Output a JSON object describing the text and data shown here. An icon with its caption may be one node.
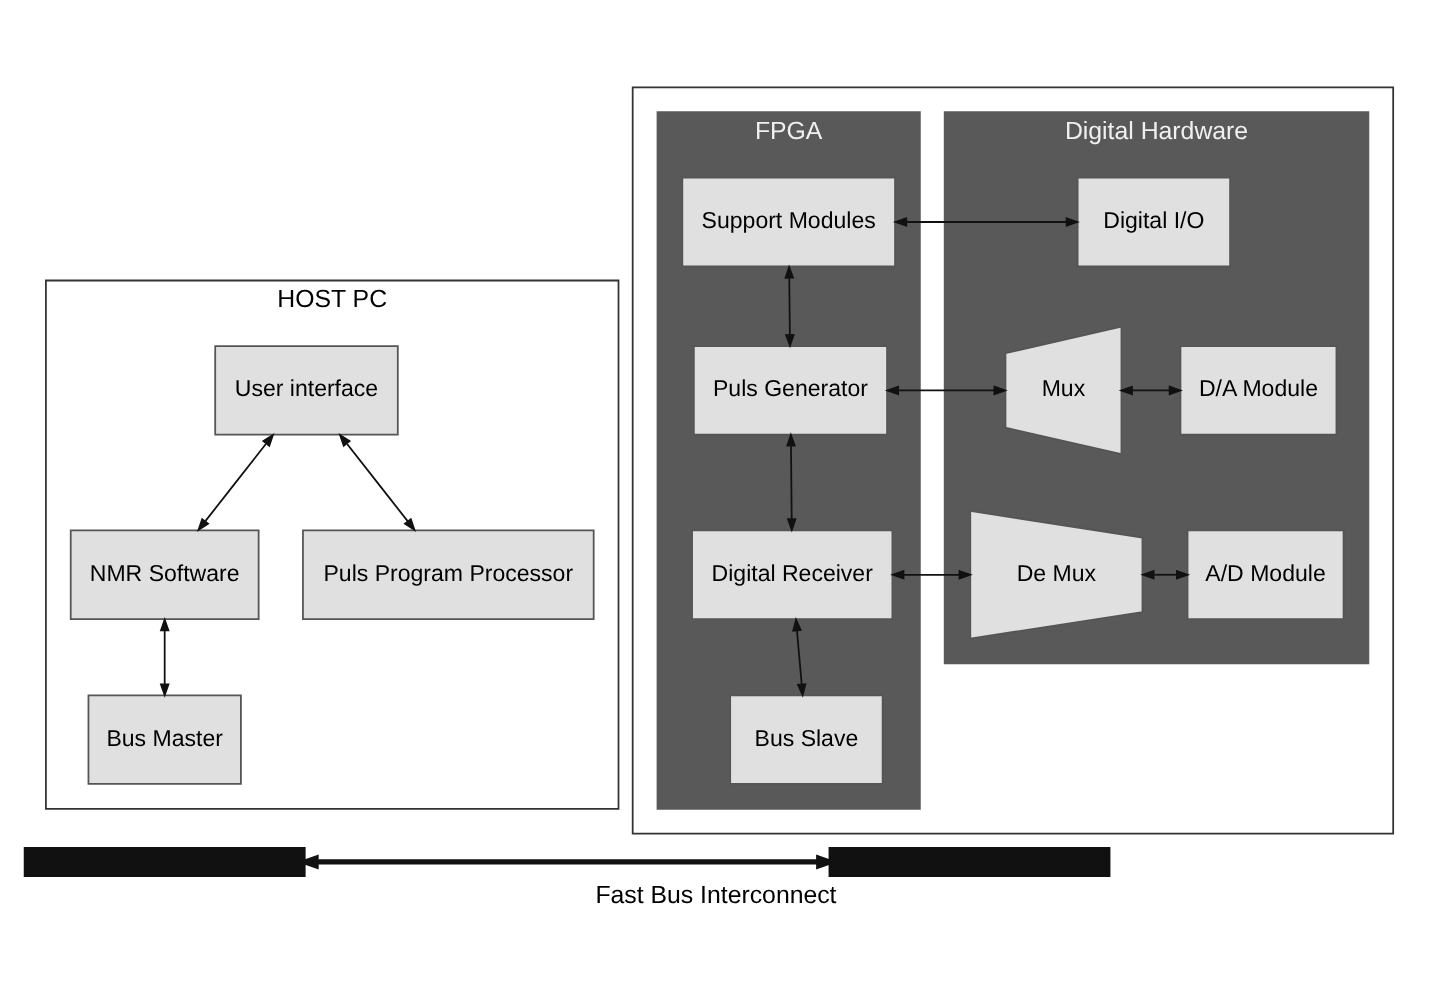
{
  "diagram": {
    "caption": "Fast Bus Interconnect",
    "nodes": [
      {
        "text": [
          "HOST PC"
        ]
      },
      {
        "text": [
          "User interface"
        ],
        "in": 0
      },
      {
        "text": [
          "NMR Software"
        ],
        "in": 0
      },
      {
        "text": [
          "Puls Program Processor"
        ],
        "in": 0
      },
      {
        "text": [
          "Bus Master"
        ],
        "in": 0
      },
      {
        "text": [],
        "shape": "box"
      },
      {
        "text": [
          "FPGA"
        ],
        "in": 5
      },
      {
        "text": [
          "Support Modules"
        ],
        "in": 6
      },
      {
        "text": [
          "Puls Generator"
        ],
        "in": 6
      },
      {
        "text": [
          "Digital Receiver"
        ],
        "in": 6
      },
      {
        "text": [
          "Bus Slave"
        ],
        "in": 6
      },
      {
        "text": [
          "Digital Hardware"
        ],
        "in": 5
      },
      {
        "text": [
          "Digital I/O"
        ],
        "in": 11
      },
      {
        "text": [
          "Mux"
        ],
        "in": 11
      },
      {
        "text": [
          "D/A Module"
        ],
        "in": 11
      },
      {
        "text": [
          "De Mux"
        ],
        "in": 11
      },
      {
        "text": [
          "A/D Module"
        ],
        "in": 11
      },
      {
        "text": [],
        "shape": "bar"
      },
      {
        "text": [],
        "shape": "bar"
      }
    ],
    "edges": [
      {
        "from": 1,
        "to": 2,
        "arrow": "both"
      },
      {
        "from": 1,
        "to": 3,
        "arrow": "both"
      },
      {
        "from": 2,
        "to": 4,
        "arrow": "both"
      },
      {
        "from": 7,
        "to": 12,
        "arrow": "both"
      },
      {
        "from": 7,
        "to": 8,
        "arrow": "both"
      },
      {
        "from": 8,
        "to": 13,
        "arrow": "both"
      },
      {
        "from": 13,
        "to": 14,
        "arrow": "both"
      },
      {
        "from": 8,
        "to": 9,
        "arrow": "both"
      },
      {
        "from": 9,
        "to": 15,
        "arrow": "both"
      },
      {
        "from": 15,
        "to": 16,
        "arrow": "both"
      },
      {
        "from": 9,
        "to": 10,
        "arrow": "both"
      },
      {
        "from": 17,
        "to": 18,
        "arrow": "both",
        "style": "thick"
      }
    ]
  }
}
